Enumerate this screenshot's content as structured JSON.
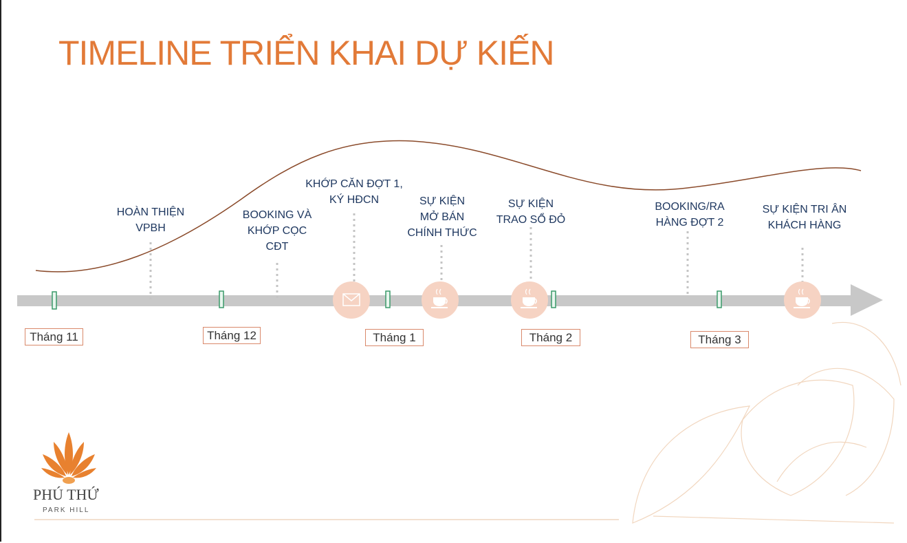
{
  "title": "TIMELINE TRIỂN KHAI DỰ KIẾN",
  "events": [
    {
      "lines": [
        "HOÀN THIỆN",
        "VPBH"
      ],
      "icon": "none"
    },
    {
      "lines": [
        "BOOKING VÀ",
        "KHỚP CỌC",
        "CĐT"
      ],
      "icon": "none"
    },
    {
      "lines": [
        "KHỚP CĂN ĐỢT 1,",
        "KÝ HĐCN"
      ],
      "icon": "envelope-icon"
    },
    {
      "lines": [
        "SỰ KIỆN",
        "MỞ BÁN",
        "CHÍNH THỨC"
      ],
      "icon": "coffee-cup-icon"
    },
    {
      "lines": [
        "SỰ KIỆN",
        "TRAO SỔ ĐỎ"
      ],
      "icon": "coffee-cup-icon"
    },
    {
      "lines": [
        "BOOKING/RA",
        "HÀNG ĐỢT 2"
      ],
      "icon": "none"
    },
    {
      "lines": [
        "SỰ KIỆN TRI ÂN",
        "KHÁCH HÀNG"
      ],
      "icon": "coffee-cup-icon"
    }
  ],
  "months": [
    "Tháng 11",
    "Tháng 12",
    "Tháng 1",
    "Tháng 2",
    "Tháng 3"
  ],
  "logo": {
    "name": "PHÚ THỨ",
    "sub": "PARK HILL"
  },
  "colors": {
    "title": "#e27a38",
    "text": "#1f3860",
    "bar": "#c8c8c8",
    "circle": "#f6d3c3",
    "tick": "#3a9a6a"
  }
}
